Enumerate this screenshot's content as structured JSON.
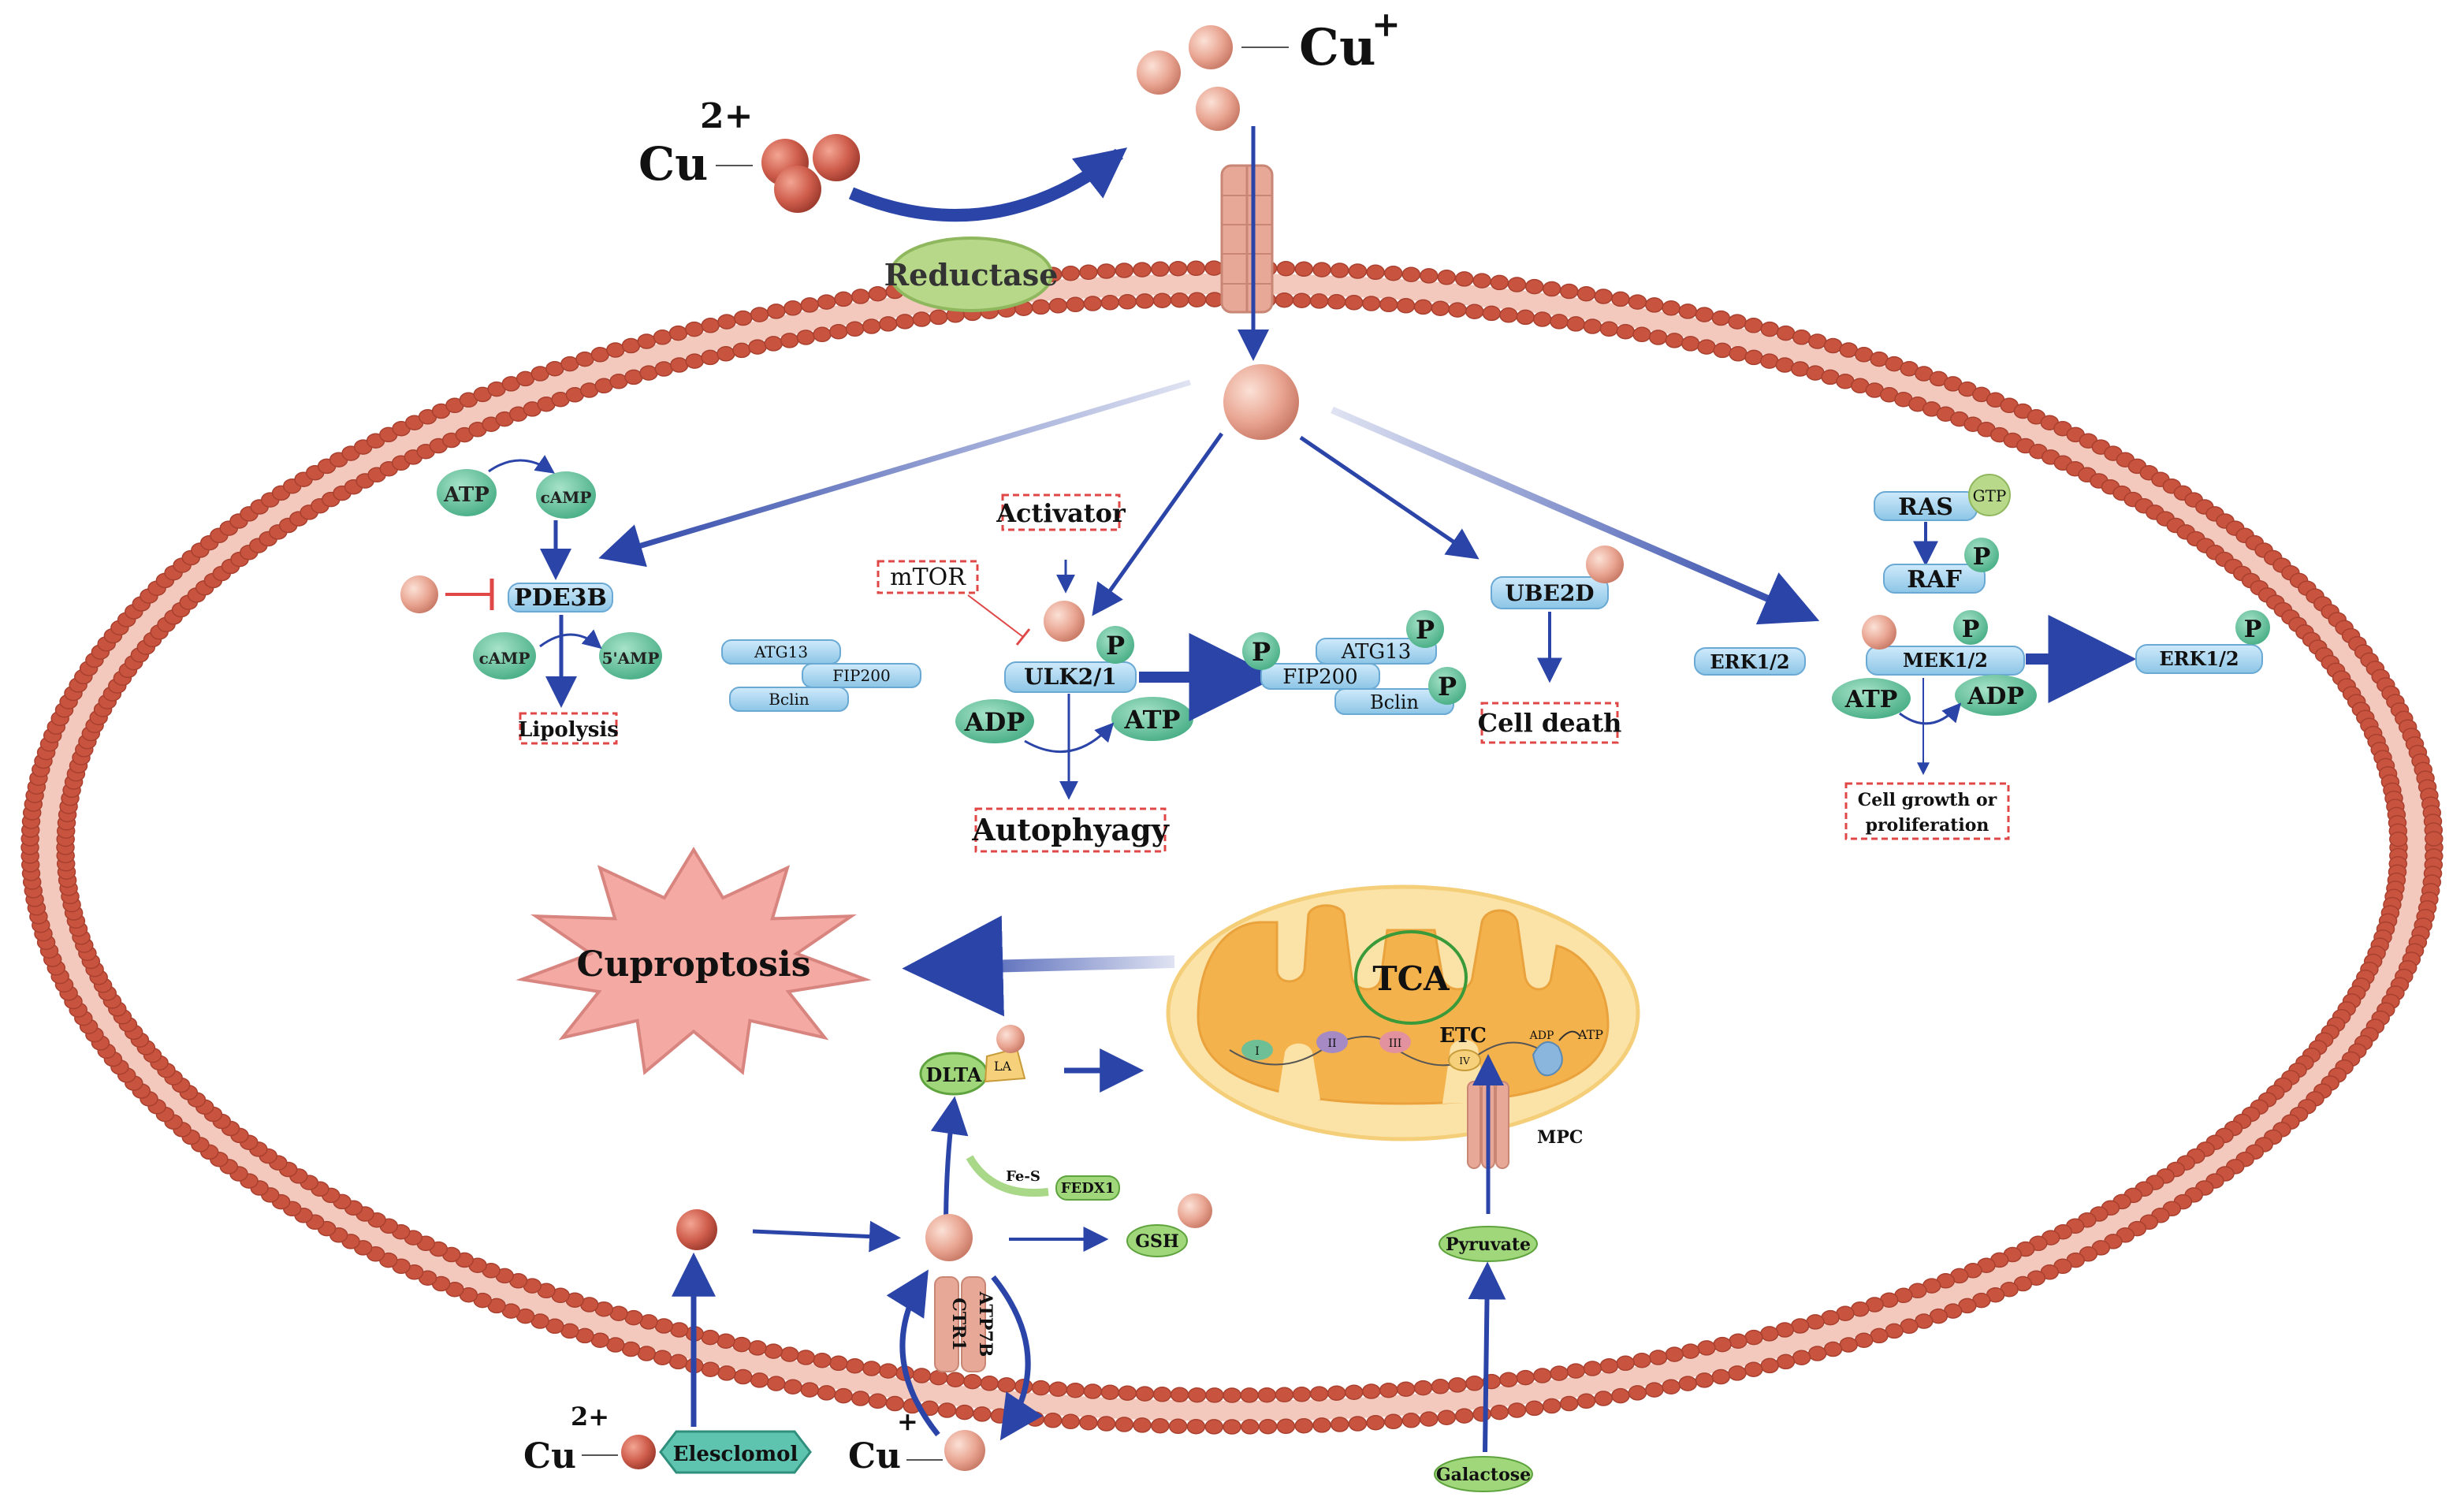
{
  "colors": {
    "membrane": "#c8543f",
    "copper": "#e7a896",
    "copper_dark": "#cc5a48",
    "protein_blue": "#a7d4ee",
    "protein_green": "#5dbf9a",
    "arrow": "#2b44a8",
    "inhibit": "#e04848",
    "box_border": "#e04848",
    "mito_outer": "#f8d98e",
    "mito_inner": "#f3b24f",
    "star": "#f4a8a0",
    "reductase": "#b8d98a",
    "elesclomol": "#5ec4b0"
  },
  "labels": {
    "cu_plus_top": "Cu",
    "cu_plus_top_sup": "+",
    "cu_2plus_top": "Cu",
    "cu_2plus_top_sup": "2+",
    "reductase": "Reductase",
    "atp_top": "ATP",
    "camp_top": "cAMP",
    "pde3b": "PDE3B",
    "camp_bottom": "cAMP",
    "amp5": "5'AMP",
    "lipolysis": "Lipolysis",
    "activator": "Activator",
    "mtor": "mTOR",
    "atg13_left": "ATG13",
    "fip200_left": "FIP200",
    "bclin_left": "Bclin",
    "ulk": "ULK2/1",
    "p_ulk": "P",
    "adp_ulk": "ADP",
    "atp_ulk": "ATP",
    "autophagy": "Autophyagy",
    "p_atg13": "P",
    "atg13_right": "ATG13",
    "p_fip200": "P",
    "fip200_right": "FIP200",
    "bclin_right": "Bclin",
    "p_bclin": "P",
    "ube2d": "UBE2D",
    "cell_death": "Cell death",
    "ras": "RAS",
    "gtp": "GTP",
    "raf": "RAF",
    "p_raf": "P",
    "erk_left": "ERK1/2",
    "mek": "MEK1/2",
    "p_mek": "P",
    "erk_right": "ERK1/2",
    "p_erk": "P",
    "atp_mek": "ATP",
    "adp_mek": "ADP",
    "cell_growth_line1": "Cell growth or",
    "cell_growth_line2": "proliferation",
    "cuproptosis": "Cuproptosis",
    "tca": "TCA",
    "etc": "ETC",
    "adp_etc": "ADP",
    "atp_etc": "ATP",
    "complex_i": "I",
    "complex_ii": "II",
    "complex_iii": "III",
    "complex_iv": "IV",
    "mpc": "MPC",
    "dlta": "DLTA",
    "la": "LA",
    "fes": "Fe-S",
    "fedx1": "FEDX1",
    "gsh": "GSH",
    "pyruvate": "Pyruvate",
    "galactose": "Galactose",
    "ctr1": "CTR1",
    "atp7b": "ATP7B",
    "cu_2plus_bottom": "Cu",
    "cu_2plus_bottom_sup": "2+",
    "elesclomol": "Elesclomol",
    "cu_plus_bottom": "Cu",
    "cu_plus_bottom_sup": "+"
  }
}
